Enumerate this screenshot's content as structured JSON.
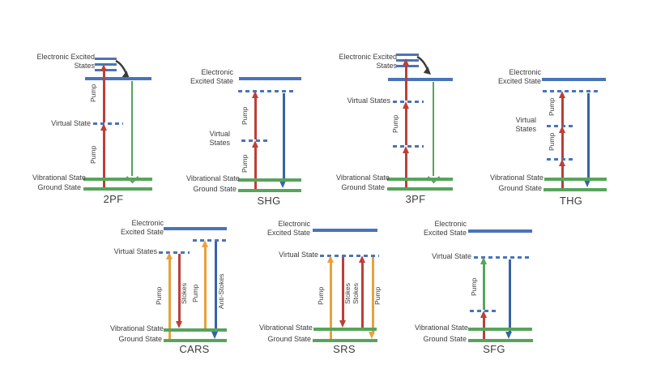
{
  "figure": {
    "description": "Jablonski energy-level diagrams of nonlinear optical processes",
    "colors": {
      "electronic_state_line": "#4a74b8",
      "virtual_state_dash": "#4a74b8",
      "vibrational_ground_line": "#57a45c",
      "pump_red_arrow": "#bb4038",
      "pump_orange_arrow": "#e7a23c",
      "emission_green_arrow": "#57a45c",
      "emission_blue_arrow": "#3564a6",
      "relaxation_arrow": "#3a3a3a",
      "text": "#3c3c3c",
      "background": "#ffffff"
    },
    "panels": {
      "pf2": {
        "title": "2PF",
        "electronic": "Electronic Excited States",
        "virtual": "Virtual State",
        "vibrational": "Vibrational State",
        "ground": "Ground State",
        "arrow_labels": {
          "pump_upper": "Pump",
          "pump_lower": "Pump"
        }
      },
      "shg": {
        "title": "SHG",
        "electronic": "Electronic Excited State",
        "virtual": "Virtual States",
        "vibrational": "Vibrational State",
        "ground": "Ground State",
        "arrow_labels": {
          "pump_upper": "Pump",
          "pump_lower": "Pump"
        }
      },
      "pf3": {
        "title": "3PF",
        "electronic": "Electronic Excited States",
        "virtual": "Virtual States",
        "vibrational": "Vibrational State",
        "ground": "Ground State",
        "arrow_labels": {
          "pump": "Pump"
        }
      },
      "thg": {
        "title": "THG",
        "electronic": "Electronic Excited State",
        "virtual": "Virtual States",
        "vibrational": "Vibrational State",
        "ground": "Ground State",
        "arrow_labels": {
          "pump_upper": "Pump",
          "pump_lower": "Pump"
        }
      },
      "cars": {
        "title": "CARS",
        "electronic": "Electronic Excited State",
        "virtual": "Virtual States",
        "vibrational": "Vibrational State",
        "ground": "Ground State",
        "arrow_labels": {
          "pump1": "Pump",
          "stokes": "Stokes",
          "pump2": "Pump",
          "anti_stokes": "Anti-Stokes"
        }
      },
      "srs": {
        "title": "SRS",
        "electronic": "Electronic Excited State",
        "virtual": "Virtual State",
        "vibrational": "Vibrational State",
        "ground": "Ground State",
        "arrow_labels": {
          "pump1": "Pump",
          "stokes1": "Stokes",
          "stokes2": "Stokes",
          "pump2": "Pump"
        }
      },
      "sfg": {
        "title": "SFG",
        "electronic": "Electronic Excited State",
        "virtual": "Virtual State",
        "vibrational": "Vibrational State",
        "ground": "Ground State",
        "arrow_labels": {
          "pump": "Pump"
        }
      }
    }
  }
}
